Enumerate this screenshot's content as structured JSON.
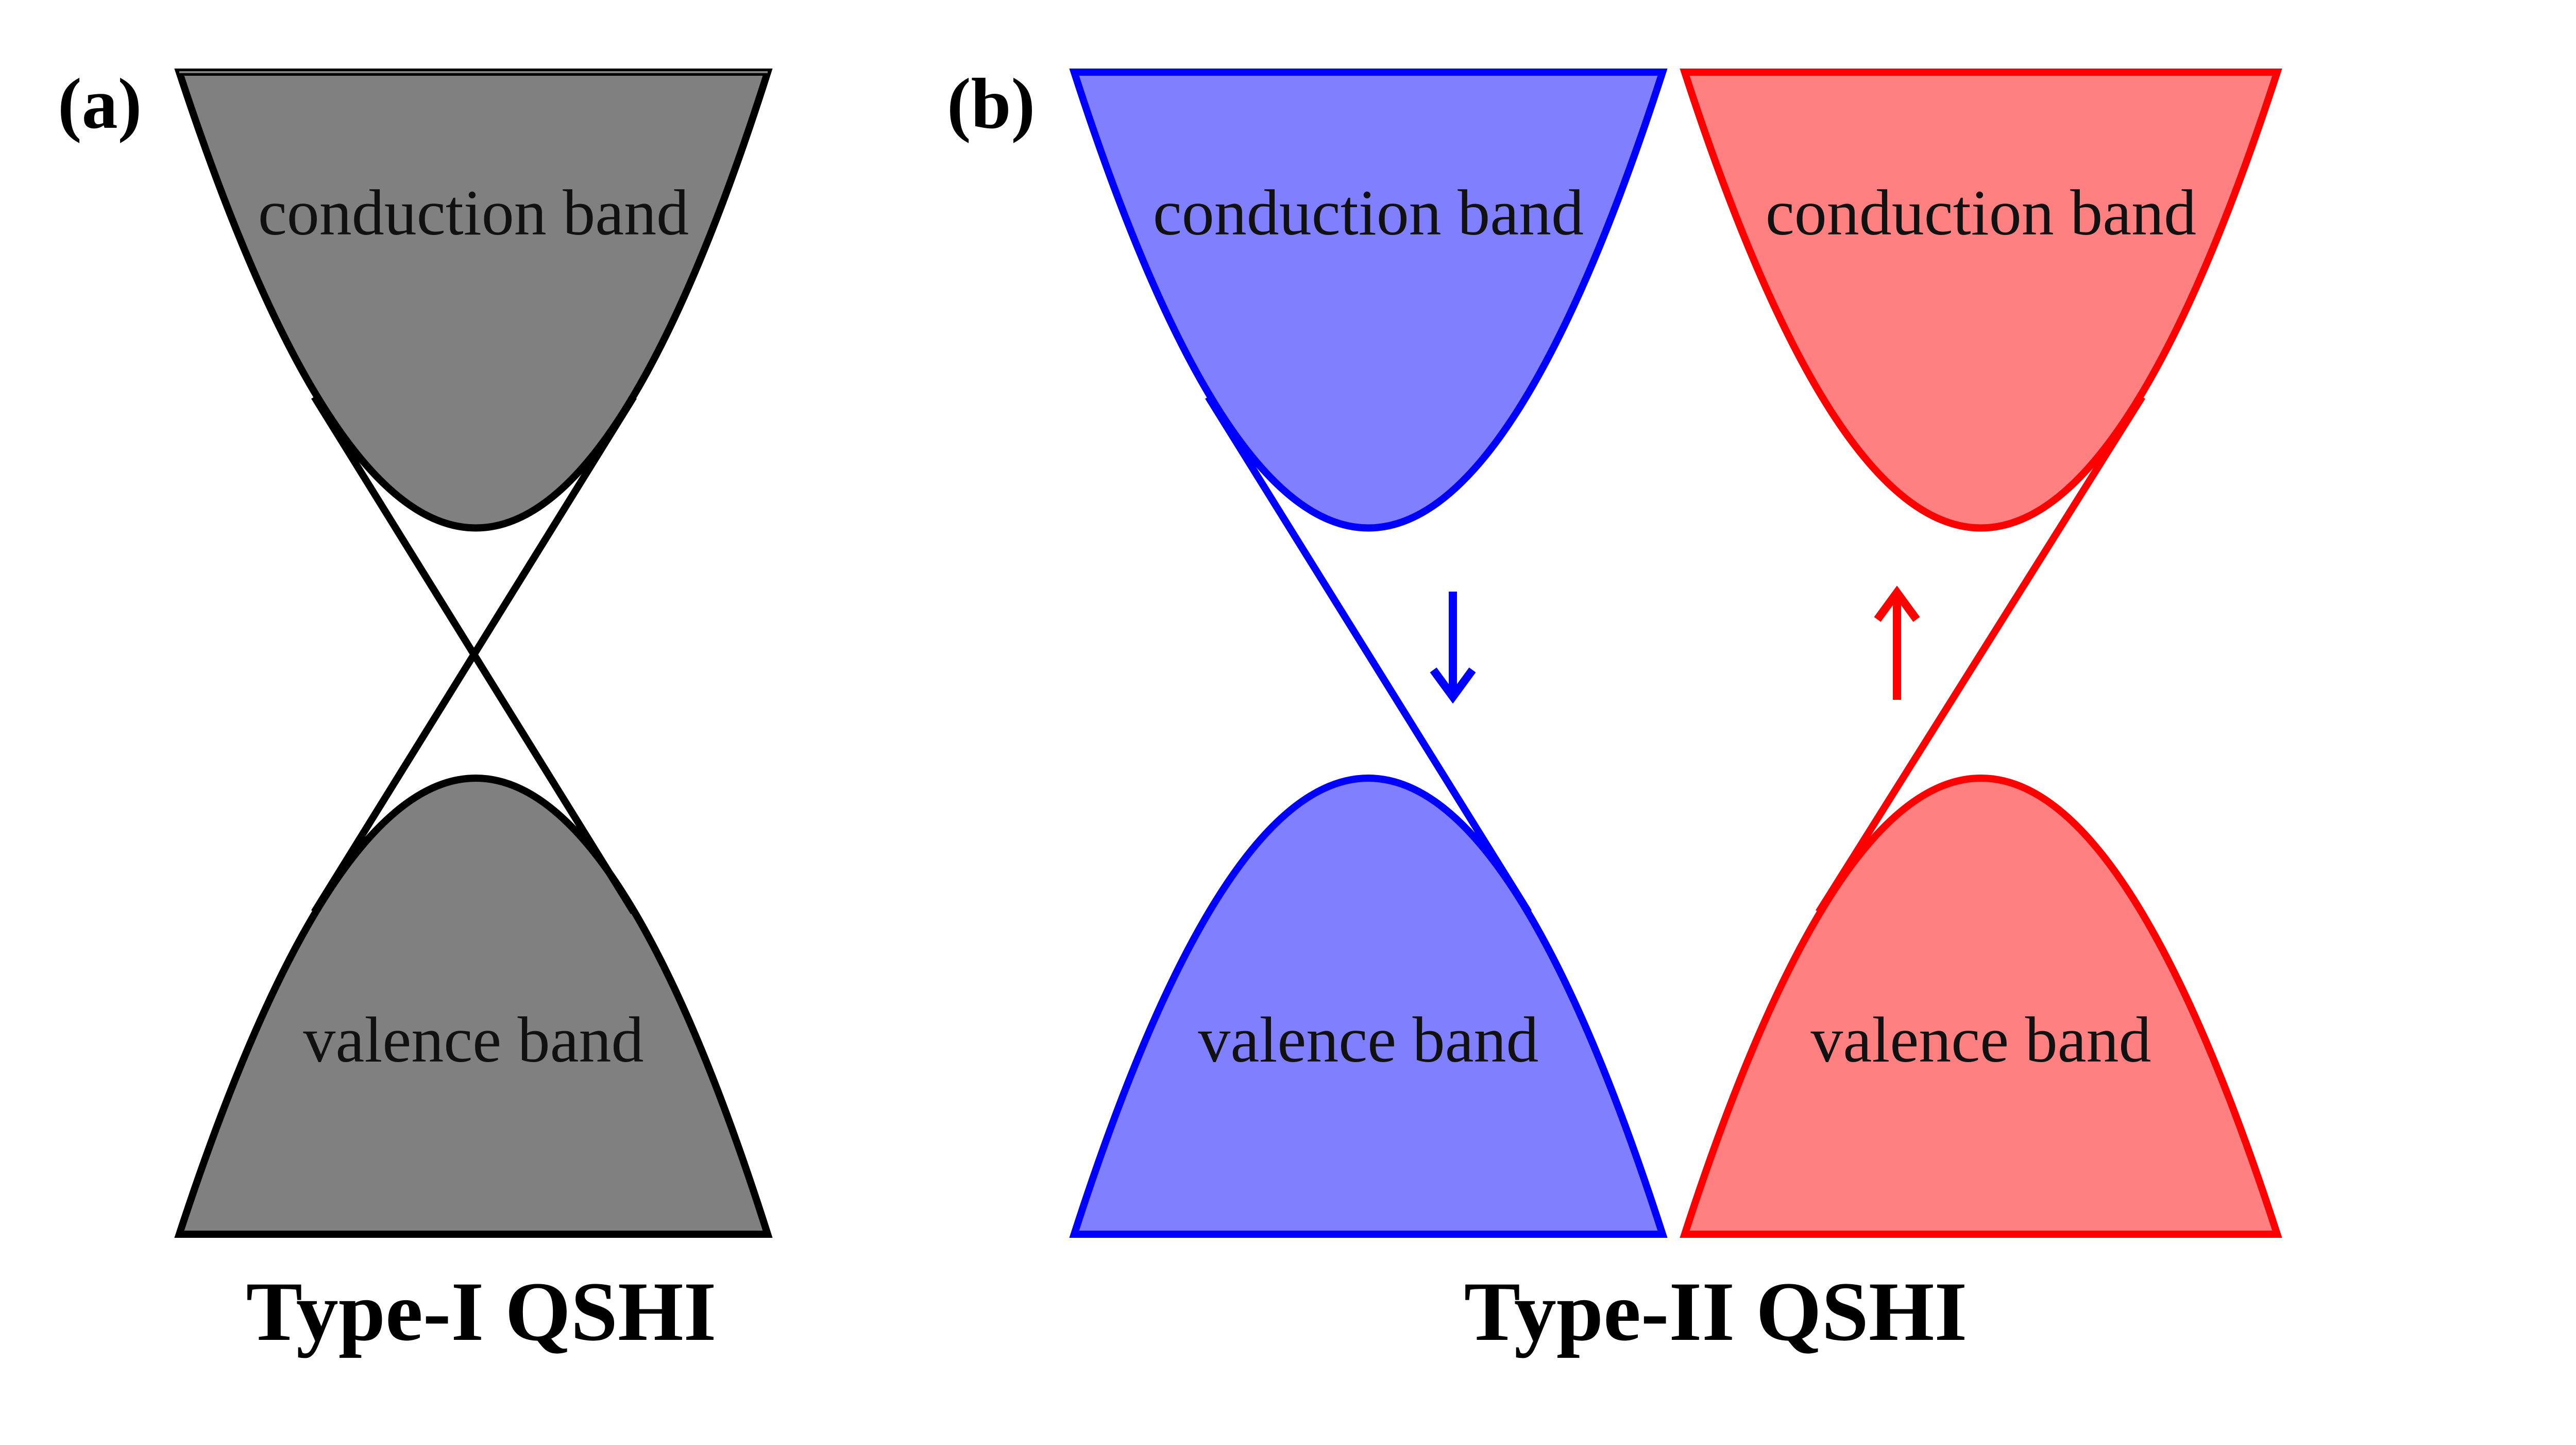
{
  "panels": {
    "a": {
      "label": "(a)",
      "caption": "Type-I QSHI",
      "conduction_label": "conduction band",
      "valence_label": "valence band",
      "fill_color": "#808080",
      "line_color": "#000000"
    },
    "b": {
      "label": "(b)",
      "caption": "Type-II QSHI",
      "spin_down": {
        "conduction_label": "conduction band",
        "valence_label": "valence band",
        "fill_color": "#8080ff",
        "line_color": "#0000ff",
        "arrow": "spin-down-arrow"
      },
      "spin_up": {
        "conduction_label": "conduction band",
        "valence_label": "valence band",
        "fill_color": "#ff8080",
        "line_color": "#ff0000",
        "arrow": "spin-up-arrow"
      }
    }
  }
}
